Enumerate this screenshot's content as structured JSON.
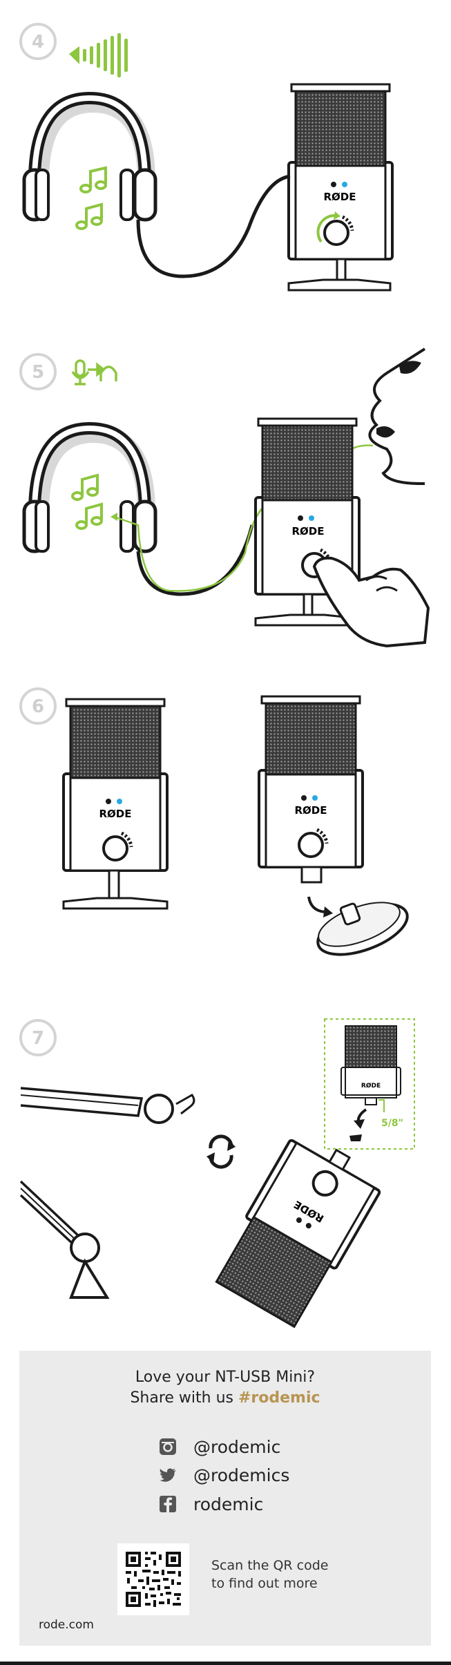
{
  "steps": [
    "4",
    "5",
    "6",
    "7"
  ],
  "brand": {
    "logo": "RØDE",
    "accent": "#8dc63f",
    "gold": "#b89452",
    "led_blue": "#27a9e1"
  },
  "thread_label": "5/8\"",
  "footer": {
    "line1": "Love your NT-USB Mini?",
    "line2_prefix": "Share with us ",
    "hashtag": "#rodemic",
    "social": [
      {
        "icon": "instagram-icon",
        "handle": "@rodemic"
      },
      {
        "icon": "twitter-icon",
        "handle": "@rodemics"
      },
      {
        "icon": "facebook-icon",
        "handle": "rodemic"
      }
    ],
    "qr_line1": "Scan the QR code",
    "qr_line2": "to find out more",
    "url": "rode.com"
  }
}
